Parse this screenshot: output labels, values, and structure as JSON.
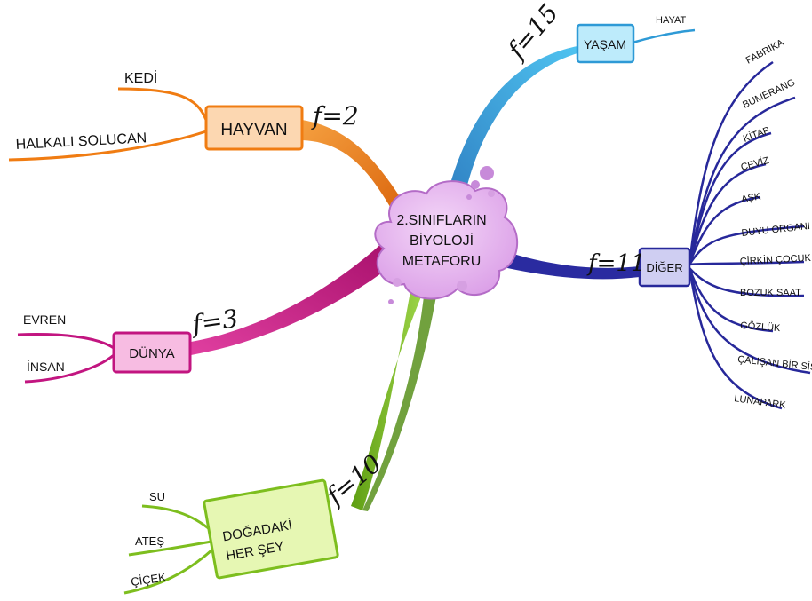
{
  "center": {
    "line1": "2.SINIFLARIN",
    "line2": "BİYOLOJİ",
    "line3": "METAFORU"
  },
  "branches": {
    "yasam": {
      "label": "YAŞAM",
      "frequency": "f=15",
      "leaves": [
        "HAYAT"
      ],
      "color": "#1E8FD0"
    },
    "hayvan": {
      "label": "HAYVAN",
      "frequency": "f=2",
      "leaves": [
        "KEDİ",
        "HALKALI SOLUCAN"
      ],
      "color": "#F07C12"
    },
    "dunya": {
      "label": "DÜNYA",
      "frequency": "f=3",
      "leaves": [
        "EVREN",
        "İNSAN"
      ],
      "color": "#C21580"
    },
    "diger": {
      "label": "DİĞER",
      "frequency": "f=11",
      "leaves": [
        "FABRİKA",
        "BUMERANG",
        "KİTAP",
        "CEVİZ",
        "AŞK",
        "DUYU ORGANI",
        "ÇİRKİN ÇOCUK",
        "BOZUK SAAT",
        "GÖZLÜK",
        "ÇALIŞAN BİR SİSTEM",
        "LUNAPARK"
      ],
      "color": "#27289A"
    },
    "dogadaki": {
      "label_line1": "DOĞADAKİ",
      "label_line2": "HER ŞEY",
      "frequency": "f=10",
      "leaves": [
        "SU",
        "ATEŞ",
        "ÇİÇEK"
      ],
      "color": "#7DBE1E"
    }
  }
}
